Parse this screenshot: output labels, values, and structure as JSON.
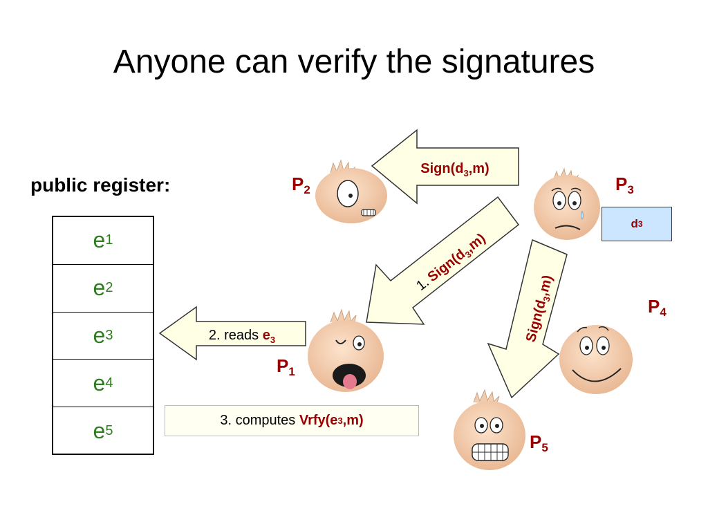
{
  "title": "Anyone can verify the signatures",
  "register": {
    "label": "public register:",
    "entries": [
      {
        "base": "e",
        "sub": "1"
      },
      {
        "base": "e",
        "sub": "2"
      },
      {
        "base": "e",
        "sub": "3"
      },
      {
        "base": "e",
        "sub": "4"
      },
      {
        "base": "e",
        "sub": "5"
      }
    ]
  },
  "parties": [
    {
      "id": "P1",
      "base": "P",
      "sub": "1"
    },
    {
      "id": "P2",
      "base": "P",
      "sub": "2"
    },
    {
      "id": "P3",
      "base": "P",
      "sub": "3"
    },
    {
      "id": "P4",
      "base": "P",
      "sub": "4"
    },
    {
      "id": "P5",
      "base": "P",
      "sub": "5"
    }
  ],
  "key_box": {
    "base": "d",
    "sub": "3"
  },
  "sign": {
    "prefix": "Sign(d",
    "sub": "3",
    "suffix": ",m)"
  },
  "arrow_to_p1_step": "1.",
  "step2": {
    "prefix": "2. reads ",
    "base": "e",
    "sub": "3"
  },
  "step3": {
    "prefix": "3. computes ",
    "fn": "Vrfy(e",
    "sub": "3",
    "suffix": ",m)"
  },
  "colors": {
    "accent": "#990000",
    "entry": "#2e7d1e",
    "key_box": "#cce6ff",
    "arrow_fill": "#ffffe6"
  }
}
